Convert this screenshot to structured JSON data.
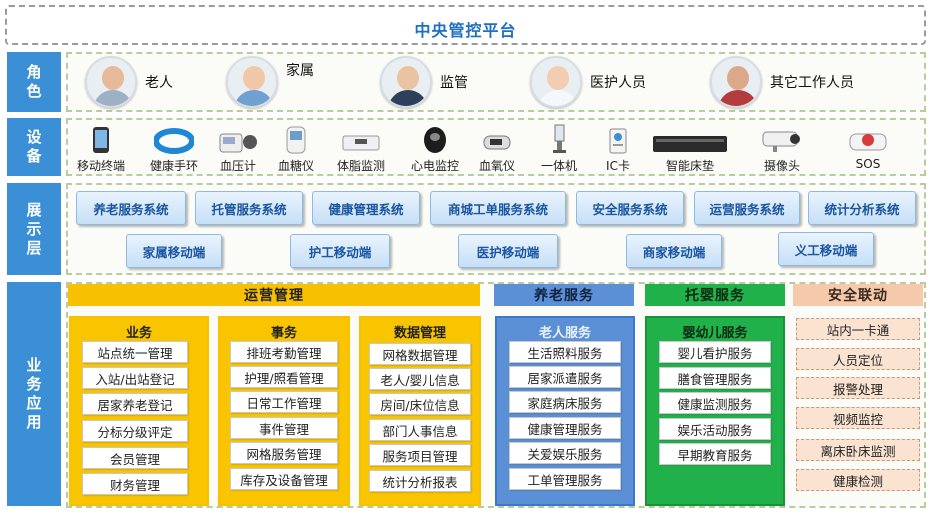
{
  "platform": {
    "title": "中央管控平台"
  },
  "side_labels": {
    "roles": "角色",
    "devices": "设备",
    "presentation": "展示层",
    "business": "业务应用"
  },
  "roles": [
    {
      "label": "老人",
      "icon": "elderly-avatar-icon"
    },
    {
      "label": "家属",
      "icon": "family-avatar-icon"
    },
    {
      "label": "监管",
      "icon": "supervisor-avatar-icon"
    },
    {
      "label": "医护人员",
      "icon": "nurse-avatar-icon"
    },
    {
      "label": "其它工作人员",
      "icon": "staff-avatar-icon"
    }
  ],
  "devices": [
    {
      "label": "移动终端",
      "icon": "mobile-phone-icon"
    },
    {
      "label": "健康手环",
      "icon": "wristband-icon"
    },
    {
      "label": "血压计",
      "icon": "blood-pressure-monitor-icon"
    },
    {
      "label": "血糖仪",
      "icon": "glucose-meter-icon"
    },
    {
      "label": "体脂监测",
      "icon": "body-fat-scale-icon"
    },
    {
      "label": "心电监控",
      "icon": "ecg-monitor-icon"
    },
    {
      "label": "血氧仪",
      "icon": "oximeter-icon"
    },
    {
      "label": "一体机",
      "icon": "all-in-one-kiosk-icon"
    },
    {
      "label": "IC卡",
      "icon": "ic-card-icon"
    },
    {
      "label": "智能床垫",
      "icon": "smart-mattress-icon"
    },
    {
      "label": "摄像头",
      "icon": "camera-icon"
    },
    {
      "label": "SOS",
      "icon": "sos-alarm-icon"
    }
  ],
  "presentation": {
    "row1": [
      "养老服务系统",
      "托管服务系统",
      "健康管理系统",
      "商城工单服务系统",
      "安全服务系统",
      "运营服务系统",
      "统计分析系统"
    ],
    "row2": [
      "家属移动端",
      "护工移动端",
      "医护移动端",
      "商家移动端",
      "义工移动端"
    ]
  },
  "business": {
    "operations": {
      "header": "运营管理",
      "panels": [
        {
          "title": "业务",
          "items": [
            "站点统一管理",
            "入站/出站登记",
            "居家养老登记",
            "分标分级评定",
            "会员管理",
            "财务管理"
          ]
        },
        {
          "title": "事务",
          "items": [
            "排班考勤管理",
            "护理/照看管理",
            "日常工作管理",
            "事件管理",
            "网格服务管理",
            "库存及设备管理"
          ]
        },
        {
          "title": "数据管理",
          "items": [
            "网格数据管理",
            "老人/婴儿信息",
            "房间/床位信息",
            "部门人事信息",
            "服务项目管理",
            "统计分析报表"
          ]
        }
      ]
    },
    "elderly": {
      "header": "养老服务",
      "panel": {
        "title": "老人服务",
        "items": [
          "生活照料服务",
          "居家派遣服务",
          "家庭病床服务",
          "健康管理服务",
          "关爱娱乐服务",
          "工单管理服务"
        ]
      }
    },
    "childcare": {
      "header": "托婴服务",
      "panel": {
        "title": "婴幼儿服务",
        "items": [
          "婴儿看护服务",
          "膳食管理服务",
          "健康监测服务",
          "娱乐活动服务",
          "早期教育服务"
        ]
      }
    },
    "safety": {
      "header": "安全联动",
      "items": [
        "站内一卡通",
        "人员定位",
        "报警处理",
        "视频监控",
        "离床卧床监测",
        "健康检测"
      ]
    }
  },
  "colors": {
    "side_blue": "#3a8fd6",
    "title_blue": "#1f6fc2",
    "operations_yellow": "#f7c000",
    "elderly_blue": "#5b8fd6",
    "childcare_green": "#21b14b",
    "safety_peach": "#f6c9aa"
  }
}
